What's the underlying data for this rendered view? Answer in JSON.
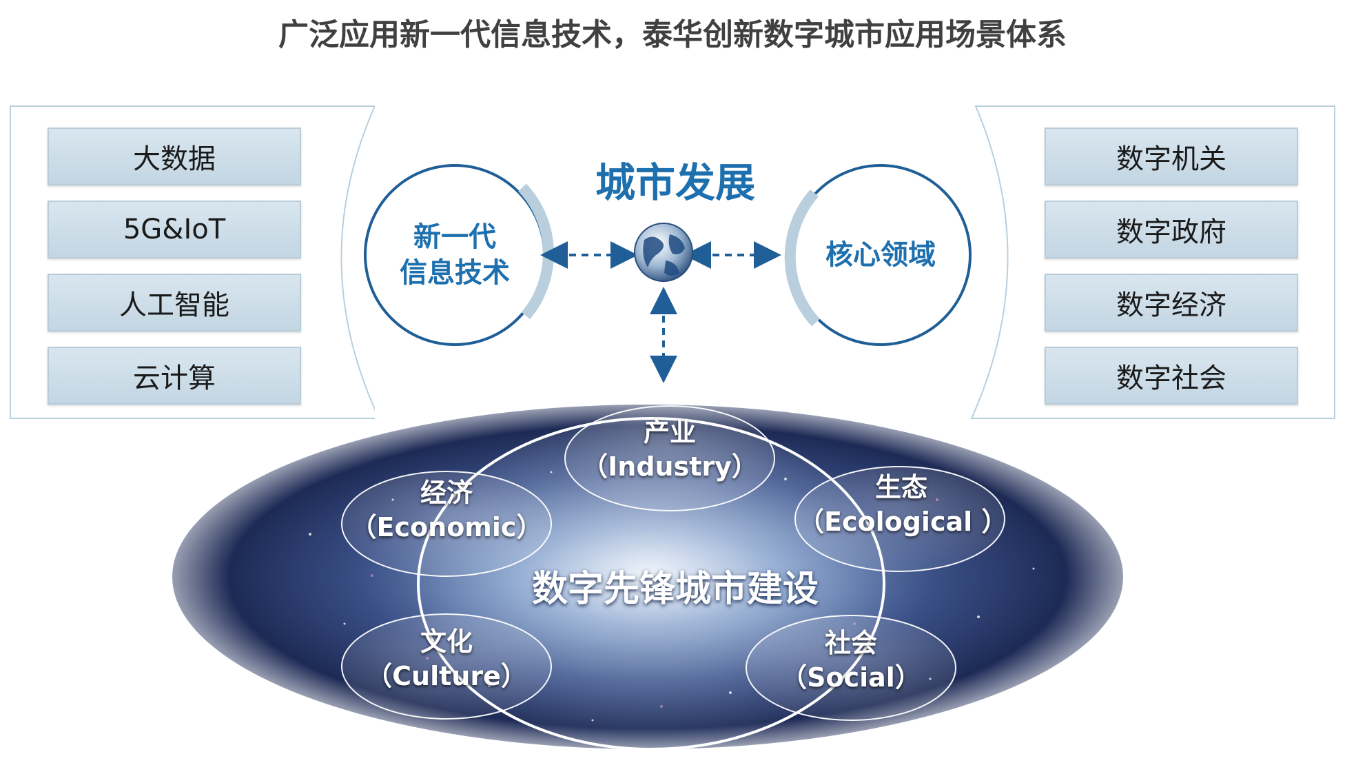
{
  "title": "广泛应用新一代信息技术，泰华创新数字城市应用场景体系",
  "center": {
    "heading": "城市发展",
    "globe_icon": "globe-icon"
  },
  "left_circle": {
    "line1": "新一代",
    "line2": "信息技术"
  },
  "right_circle": {
    "label": "核心领域"
  },
  "left_panel": {
    "items": [
      "大数据",
      "5G&IoT",
      "人工智能",
      "云计算"
    ]
  },
  "right_panel": {
    "items": [
      "数字机关",
      "数字政府",
      "数字经济",
      "数字社会"
    ]
  },
  "core": {
    "label": "数字先锋城市建设",
    "satellites": [
      {
        "cn": "产业",
        "en": "（Industry）"
      },
      {
        "cn": "经济",
        "en": "（Economic）"
      },
      {
        "cn": "生态",
        "en": "（Ecological ）"
      },
      {
        "cn": "文化",
        "en": "（Culture）"
      },
      {
        "cn": "社会",
        "en": "（Social）"
      }
    ]
  },
  "colors": {
    "accent_blue": "#1d6fae",
    "circle_border": "#1f5e96",
    "arc_gray": "#b9cfdd",
    "title_gray": "#404040"
  }
}
